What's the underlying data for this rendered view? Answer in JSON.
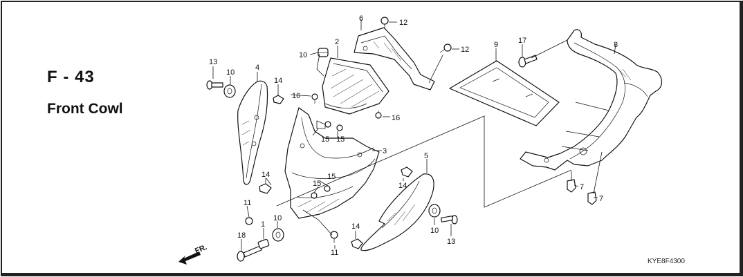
{
  "sheet": {
    "code": "F - 43",
    "title": "Front Cowl",
    "drawing_code": "KYE8F4300"
  },
  "direction_label": "FR.",
  "callouts": [
    {
      "id": "c13a",
      "text": "13"
    },
    {
      "id": "c10a",
      "text": "10"
    },
    {
      "id": "c4",
      "text": "4"
    },
    {
      "id": "c14a",
      "text": "14"
    },
    {
      "id": "c10b",
      "text": "10"
    },
    {
      "id": "c2",
      "text": "2"
    },
    {
      "id": "c16a",
      "text": "16"
    },
    {
      "id": "c6",
      "text": "6"
    },
    {
      "id": "c12a",
      "text": "12"
    },
    {
      "id": "c12b",
      "text": "12"
    },
    {
      "id": "c16b",
      "text": "16"
    },
    {
      "id": "c15a",
      "text": "15"
    },
    {
      "id": "c15b",
      "text": "15"
    },
    {
      "id": "c3",
      "text": "3"
    },
    {
      "id": "c14b",
      "text": "14"
    },
    {
      "id": "c15c",
      "text": "15"
    },
    {
      "id": "c15d",
      "text": "15"
    },
    {
      "id": "c11a",
      "text": "11"
    },
    {
      "id": "c1",
      "text": "1"
    },
    {
      "id": "c10c",
      "text": "10"
    },
    {
      "id": "c18",
      "text": "18"
    },
    {
      "id": "c11b",
      "text": "11"
    },
    {
      "id": "c14c",
      "text": "14"
    },
    {
      "id": "c5",
      "text": "5"
    },
    {
      "id": "c14d",
      "text": "14"
    },
    {
      "id": "c10d",
      "text": "10"
    },
    {
      "id": "c13b",
      "text": "13"
    },
    {
      "id": "c9",
      "text": "9"
    },
    {
      "id": "c17",
      "text": "17"
    },
    {
      "id": "c8",
      "text": "8"
    },
    {
      "id": "c7a",
      "text": "7"
    },
    {
      "id": "c7b",
      "text": "7"
    }
  ]
}
